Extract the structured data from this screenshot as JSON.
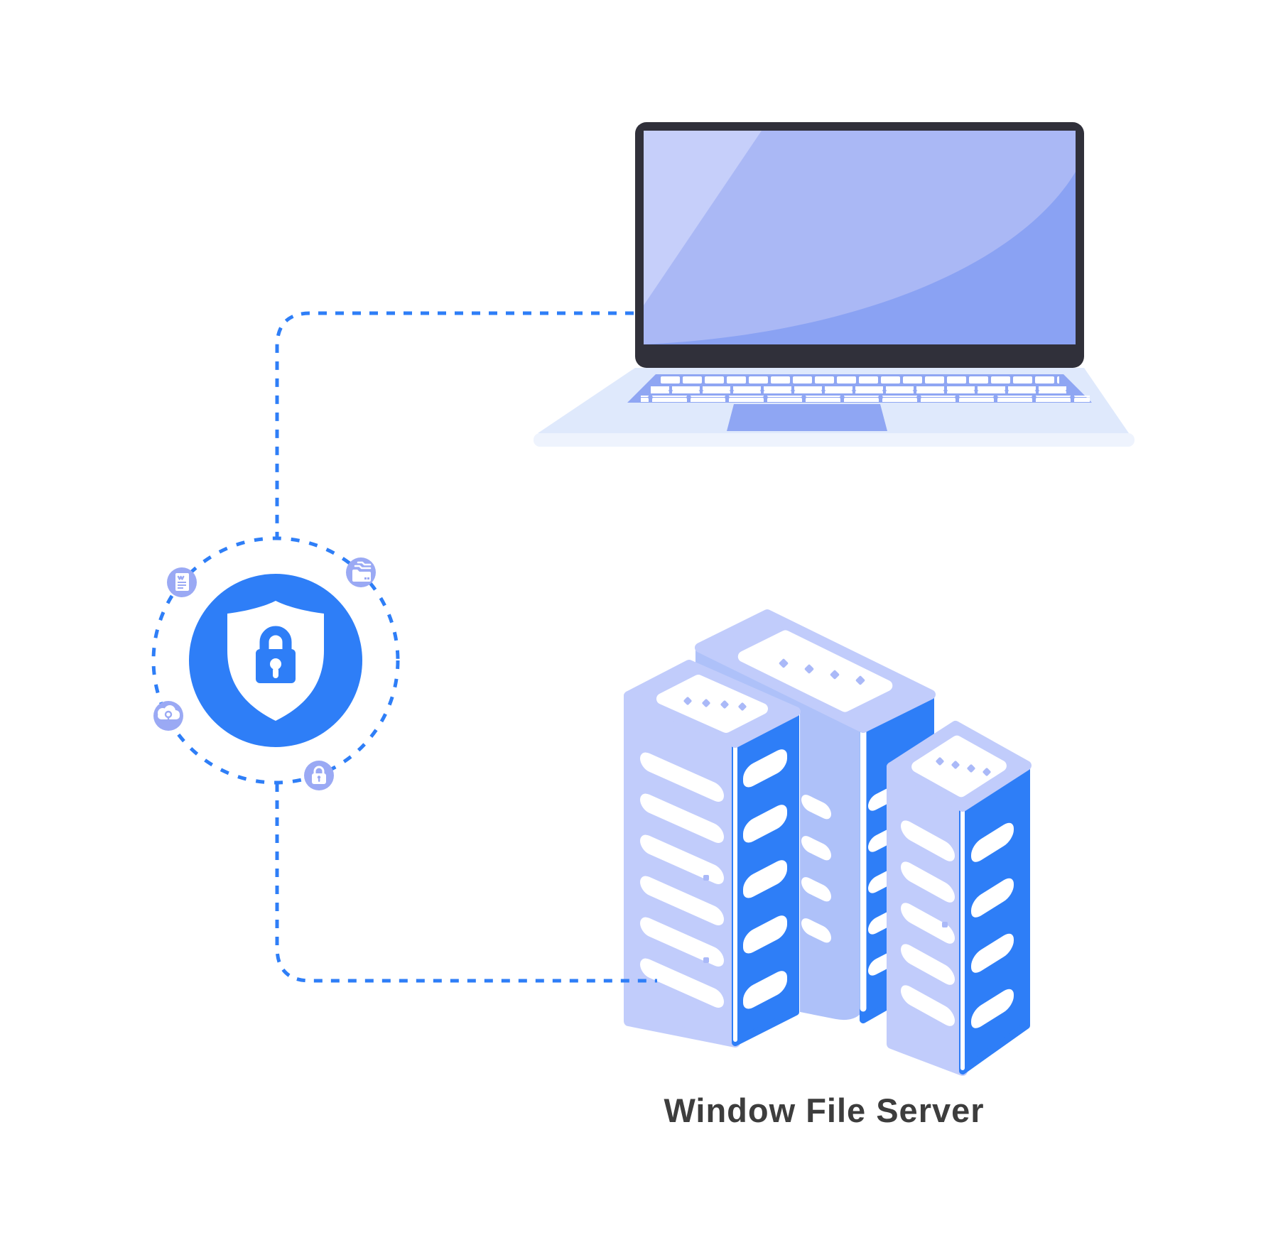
{
  "caption": {
    "server_label": "Window File Server"
  },
  "colors": {
    "accent": "#2e7ef7",
    "periwinkle": "#9aa9f4",
    "server-light": "#c1ccfb",
    "server-mid": "#aec1f9",
    "light-dot": "#aab9f8",
    "screen": "#aab8f5",
    "screen-glare": "#c6cffa",
    "screen-shade": "#8aa2f3",
    "bezel": "#30303a",
    "base": "#dfe9fc",
    "base-lip": "#eef3fd",
    "keyboard": "#8fa6f3",
    "text": "#3d3d3d"
  },
  "icons": {
    "center": "shield-lock",
    "satellites": [
      "document",
      "folders",
      "cloud-key",
      "padlock"
    ]
  }
}
